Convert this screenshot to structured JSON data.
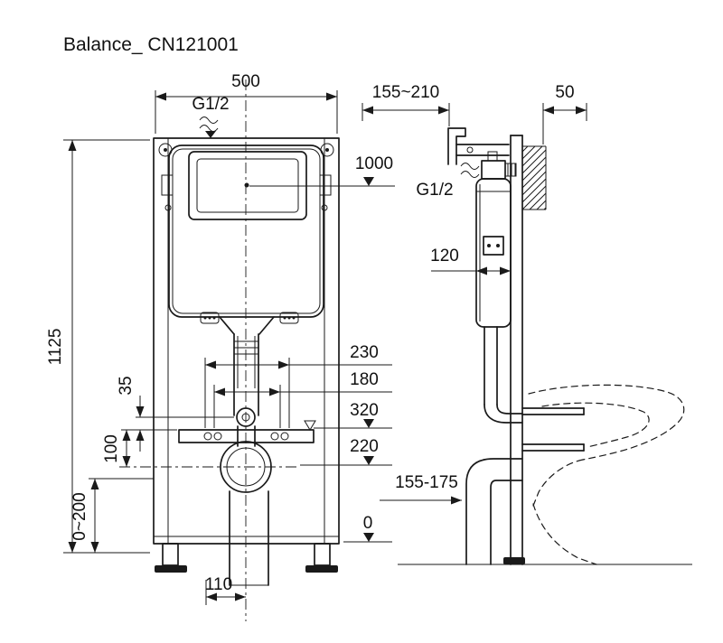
{
  "canvas": {
    "background": "#ffffff",
    "line_color": "#1a1a1a"
  },
  "title": "Balance_ CN121001",
  "front_view": {
    "dims": {
      "width": "500",
      "inlet_thread": "G1/2",
      "actuator_height": "1000",
      "frame_height": "1125",
      "fixing_span_outer": "230",
      "fixing_span_inner": "180",
      "offset_small": "35",
      "level_upper": "320",
      "offset_mid": "100",
      "level_outlet": "220",
      "leg_adjustment": "0~200",
      "outlet_offset": "110",
      "level_floor": "0"
    }
  },
  "side_view": {
    "dims": {
      "depth_adjustment": "155~210",
      "wall_fixing": "50",
      "inlet_thread": "G1/2",
      "cistern_depth": "120",
      "outlet_height": "155-175"
    }
  }
}
